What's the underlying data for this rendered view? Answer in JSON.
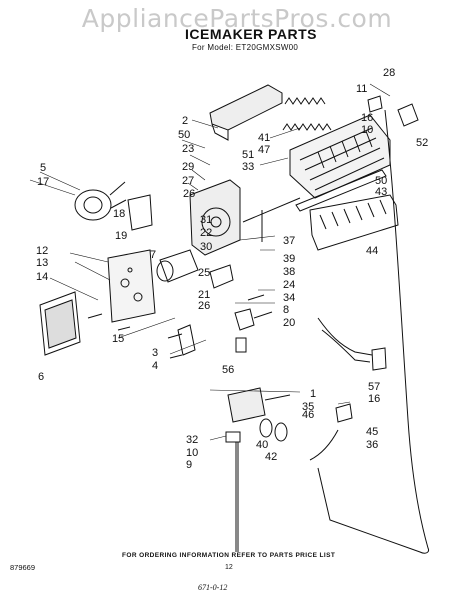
{
  "watermark": "AppliancePartsPros.com",
  "header": {
    "title": "ICEMAKER PARTS",
    "model": "For Model: ET20GMXSW00"
  },
  "callouts": [
    "28",
    "11",
    "2",
    "50",
    "23",
    "29",
    "27",
    "26",
    "5",
    "17",
    "18",
    "19",
    "31",
    "22",
    "30",
    "12",
    "13",
    "14",
    "15",
    "3",
    "4",
    "6",
    "7",
    "25",
    "21",
    "26",
    "24",
    "38",
    "39",
    "37",
    "34",
    "8",
    "20",
    "41",
    "47",
    "16",
    "10",
    "52",
    "51",
    "33",
    "50",
    "43",
    "44",
    "56",
    "1",
    "35",
    "46",
    "57",
    "16",
    "32",
    "10",
    "9",
    "40",
    "42",
    "45",
    "36"
  ],
  "footer": {
    "note": "FOR ORDERING INFORMATION REFER TO PARTS PRICE LIST",
    "doc_number": "879669",
    "page": "12",
    "hand_note": "671-0-12"
  }
}
